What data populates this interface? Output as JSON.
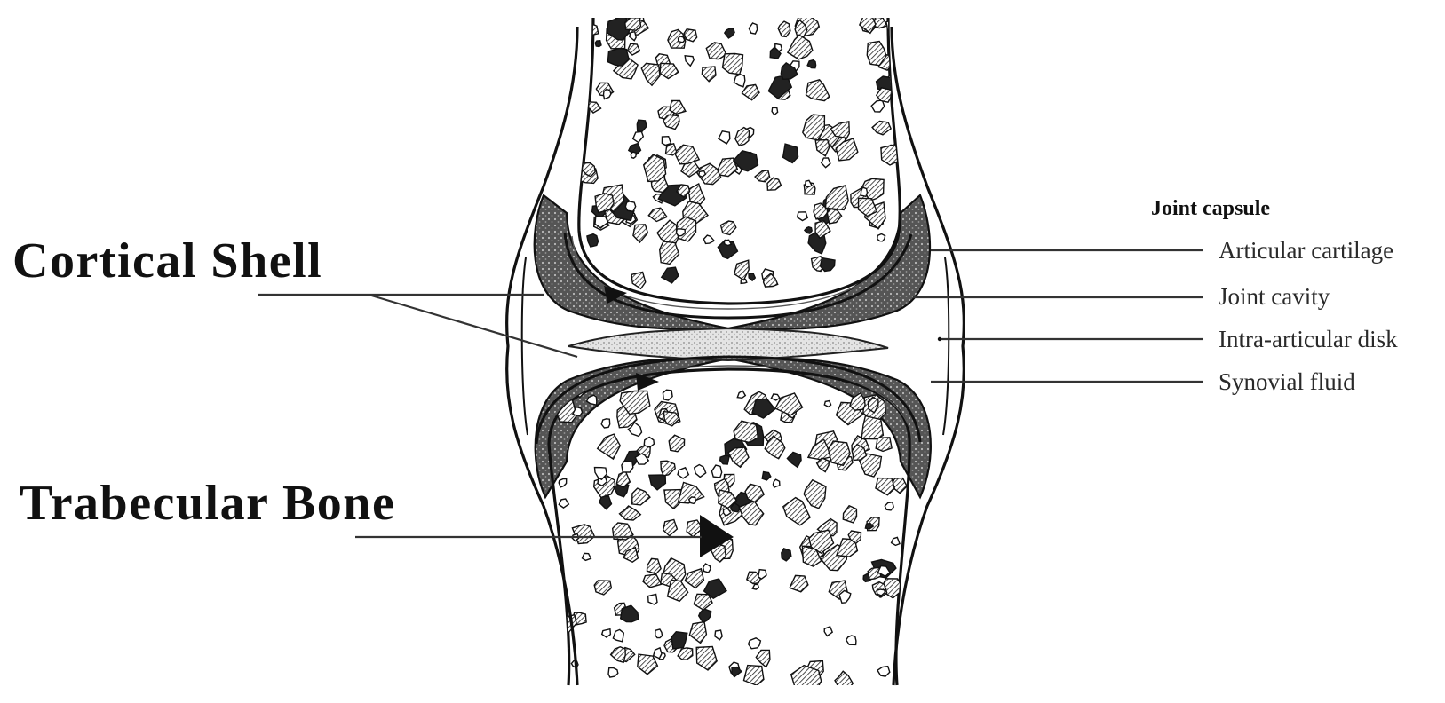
{
  "diagram": {
    "labels": {
      "cortical_shell": "Cortical Shell",
      "trabecular_bone": "Trabecular Bone",
      "joint_capsule": "Joint capsule",
      "articular_cartilage": "Articular cartilage",
      "joint_cavity": "Joint cavity",
      "intra_articular_disk": "Intra-articular disk",
      "synovial_fluid": "Synovial fluid"
    },
    "colors": {
      "background": "#ffffff",
      "ink": "#111111",
      "capsule_fill": "#4a4a4a",
      "disk_fill": "#d6d6d6"
    }
  }
}
